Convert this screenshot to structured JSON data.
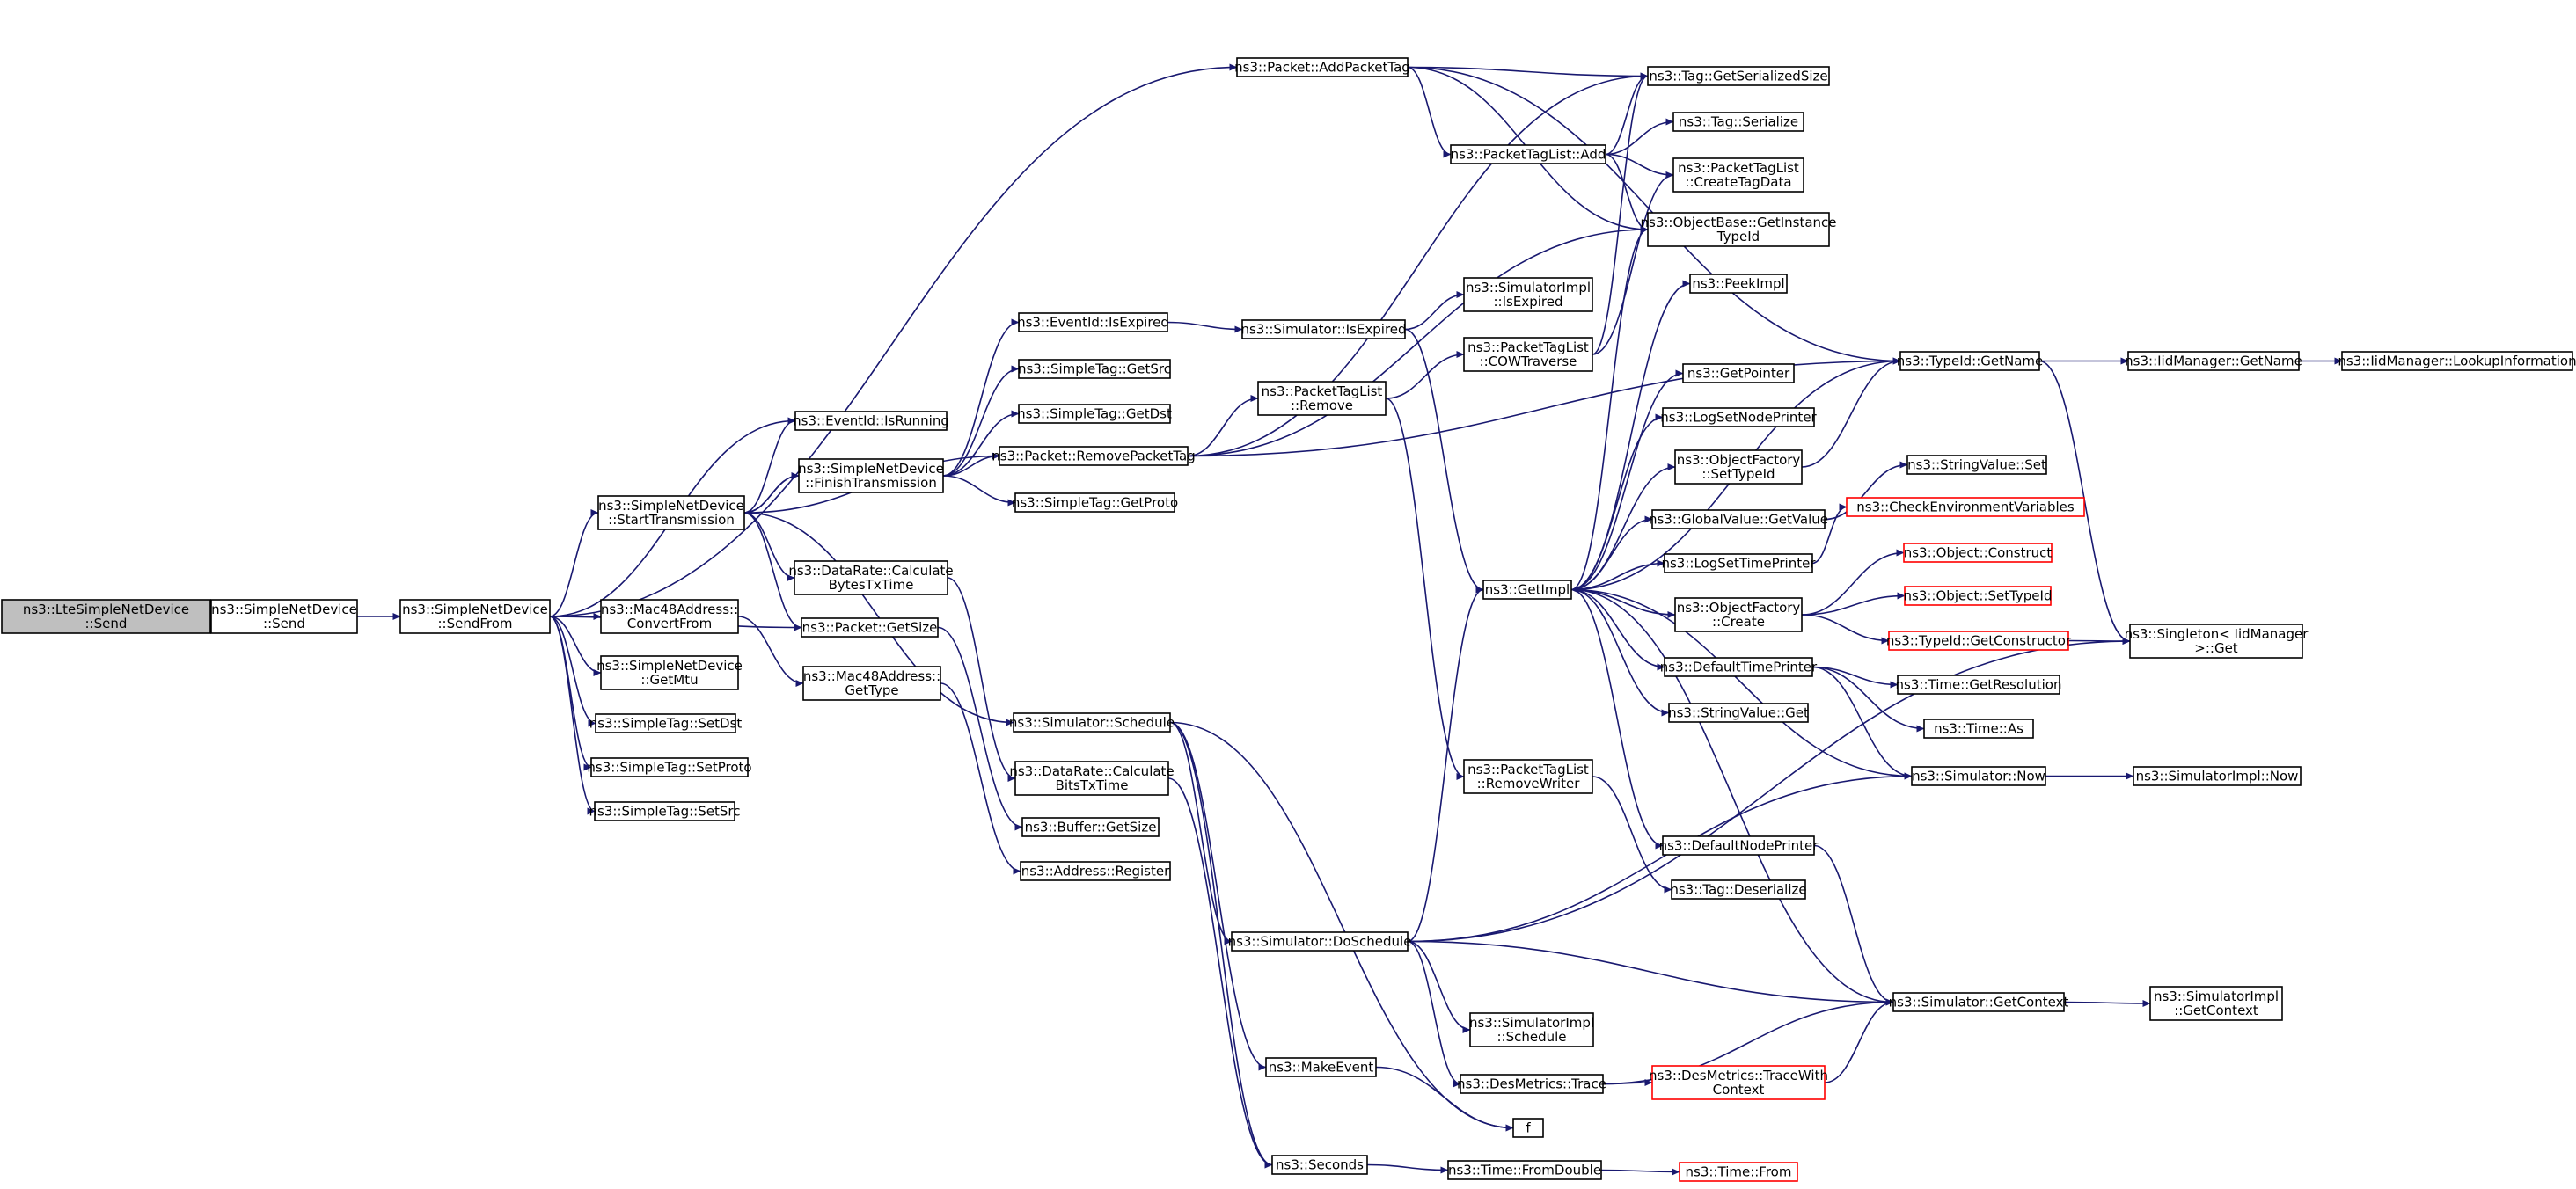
{
  "colors": {
    "edge": "#191970",
    "node_border": "#000000",
    "missing_border": "#ff0000",
    "root_fill": "#bfbfbf",
    "node_fill": "#ffffff"
  },
  "nodes": [
    {
      "id": "n_ltesend",
      "lines": [
        "ns3::LteSimpleNetDevice",
        "::Send"
      ],
      "root": true
    },
    {
      "id": "n_snd_send",
      "lines": [
        "ns3::SimpleNetDevice",
        "::Send"
      ]
    },
    {
      "id": "n_sendfrom",
      "lines": [
        "ns3::SimpleNetDevice",
        "::SendFrom"
      ]
    },
    {
      "id": "n_starttx",
      "lines": [
        "ns3::SimpleNetDevice",
        "::StartTransmission"
      ]
    },
    {
      "id": "n_convert",
      "lines": [
        "ns3::Mac48Address::",
        "ConvertFrom"
      ]
    },
    {
      "id": "n_getmtu",
      "lines": [
        "ns3::SimpleNetDevice",
        "::GetMtu"
      ]
    },
    {
      "id": "n_setdst",
      "lines": [
        "ns3::SimpleTag::SetDst"
      ]
    },
    {
      "id": "n_setproto",
      "lines": [
        "ns3::SimpleTag::SetProto"
      ]
    },
    {
      "id": "n_setsrc",
      "lines": [
        "ns3::SimpleTag::SetSrc"
      ]
    },
    {
      "id": "n_isrunning",
      "lines": [
        "ns3::EventId::IsRunning"
      ]
    },
    {
      "id": "n_finishtx",
      "lines": [
        "ns3::SimpleNetDevice",
        "::FinishTransmission"
      ]
    },
    {
      "id": "n_calcbytes",
      "lines": [
        "ns3::DataRate::Calculate",
        "BytesTxTime"
      ]
    },
    {
      "id": "n_getsize",
      "lines": [
        "ns3::Packet::GetSize"
      ]
    },
    {
      "id": "n_gettype",
      "lines": [
        "ns3::Mac48Address::",
        "GetType"
      ]
    },
    {
      "id": "n_isexpired",
      "lines": [
        "ns3::EventId::IsExpired"
      ]
    },
    {
      "id": "n_getsrc",
      "lines": [
        "ns3::SimpleTag::GetSrc"
      ]
    },
    {
      "id": "n_getdst",
      "lines": [
        "ns3::SimpleTag::GetDst"
      ]
    },
    {
      "id": "n_removetag",
      "lines": [
        "ns3::Packet::RemovePacketTag"
      ]
    },
    {
      "id": "n_getproto",
      "lines": [
        "ns3::SimpleTag::GetProto"
      ]
    },
    {
      "id": "n_schedule",
      "lines": [
        "ns3::Simulator::Schedule"
      ]
    },
    {
      "id": "n_calcbits",
      "lines": [
        "ns3::DataRate::Calculate",
        "BitsTxTime"
      ]
    },
    {
      "id": "n_buf_getsize",
      "lines": [
        "ns3::Buffer::GetSize"
      ]
    },
    {
      "id": "n_register",
      "lines": [
        "ns3::Address::Register"
      ]
    },
    {
      "id": "n_addtag",
      "lines": [
        "ns3::Packet::AddPacketTag"
      ]
    },
    {
      "id": "n_sim_isexp",
      "lines": [
        "ns3::Simulator::IsExpired"
      ]
    },
    {
      "id": "n_ptl_remove",
      "lines": [
        "ns3::PacketTagList",
        "::Remove"
      ]
    },
    {
      "id": "n_doschedule",
      "lines": [
        "ns3::Simulator::DoSchedule"
      ]
    },
    {
      "id": "n_makeevent",
      "lines": [
        "ns3::MakeEvent"
      ]
    },
    {
      "id": "n_seconds",
      "lines": [
        "ns3::Seconds"
      ]
    },
    {
      "id": "n_ptl_add",
      "lines": [
        "ns3::PacketTagList::Add"
      ]
    },
    {
      "id": "n_simimpl_isexp",
      "lines": [
        "ns3::SimulatorImpl",
        "::IsExpired"
      ]
    },
    {
      "id": "n_cowtraverse",
      "lines": [
        "ns3::PacketTagList",
        "::COWTraverse"
      ]
    },
    {
      "id": "n_getimpl",
      "lines": [
        "ns3::GetImpl"
      ]
    },
    {
      "id": "n_removewriter",
      "lines": [
        "ns3::PacketTagList",
        "::RemoveWriter"
      ]
    },
    {
      "id": "n_simimpl_sched",
      "lines": [
        "ns3::SimulatorImpl",
        "::Schedule"
      ]
    },
    {
      "id": "n_dmtrace",
      "lines": [
        "ns3::DesMetrics::Trace"
      ]
    },
    {
      "id": "n_f",
      "lines": [
        "f"
      ]
    },
    {
      "id": "n_fromdouble",
      "lines": [
        "ns3::Time::FromDouble"
      ]
    },
    {
      "id": "n_tag_getser",
      "lines": [
        "ns3::Tag::GetSerializedSize"
      ]
    },
    {
      "id": "n_tag_serialize",
      "lines": [
        "ns3::Tag::Serialize"
      ]
    },
    {
      "id": "n_createtagdata",
      "lines": [
        "ns3::PacketTagList",
        "::CreateTagData"
      ]
    },
    {
      "id": "n_getinstance",
      "lines": [
        "ns3::ObjectBase::GetInstance",
        "TypeId"
      ]
    },
    {
      "id": "n_peekimpl",
      "lines": [
        "ns3::PeekImpl"
      ]
    },
    {
      "id": "n_getpointer",
      "lines": [
        "ns3::GetPointer"
      ]
    },
    {
      "id": "n_logsetnode",
      "lines": [
        "ns3::LogSetNodePrinter"
      ]
    },
    {
      "id": "n_of_settypeid",
      "lines": [
        "ns3::ObjectFactory",
        "::SetTypeId"
      ]
    },
    {
      "id": "n_gv_getvalue",
      "lines": [
        "ns3::GlobalValue::GetValue"
      ]
    },
    {
      "id": "n_logsettime",
      "lines": [
        "ns3::LogSetTimePrinter"
      ]
    },
    {
      "id": "n_of_create",
      "lines": [
        "ns3::ObjectFactory",
        "::Create"
      ]
    },
    {
      "id": "n_deftimeprinter",
      "lines": [
        "ns3::DefaultTimePrinter"
      ]
    },
    {
      "id": "n_sv_get",
      "lines": [
        "ns3::StringValue::Get"
      ]
    },
    {
      "id": "n_defnodeprinter",
      "lines": [
        "ns3::DefaultNodePrinter"
      ]
    },
    {
      "id": "n_tag_deser",
      "lines": [
        "ns3::Tag::Deserialize"
      ]
    },
    {
      "id": "n_dmtracewith",
      "lines": [
        "ns3::DesMetrics::TraceWith",
        "Context"
      ],
      "missing": true
    },
    {
      "id": "n_time_from",
      "lines": [
        "ns3::Time::From"
      ],
      "missing": true
    },
    {
      "id": "n_typeid_getname",
      "lines": [
        "ns3::TypeId::GetName"
      ]
    },
    {
      "id": "n_sv_set",
      "lines": [
        "ns3::StringValue::Set"
      ]
    },
    {
      "id": "n_checkenv",
      "lines": [
        "ns3::CheckEnvironmentVariables"
      ],
      "missing": true
    },
    {
      "id": "n_obj_construct",
      "lines": [
        "ns3::Object::Construct"
      ],
      "missing": true
    },
    {
      "id": "n_obj_settypeid",
      "lines": [
        "ns3::Object::SetTypeId"
      ],
      "missing": true
    },
    {
      "id": "n_typeid_getctor",
      "lines": [
        "ns3::TypeId::GetConstructor"
      ],
      "missing": true
    },
    {
      "id": "n_time_getres",
      "lines": [
        "ns3::Time::GetResolution"
      ]
    },
    {
      "id": "n_time_as",
      "lines": [
        "ns3::Time::As"
      ]
    },
    {
      "id": "n_sim_now",
      "lines": [
        "ns3::Simulator::Now"
      ]
    },
    {
      "id": "n_sim_getctx",
      "lines": [
        "ns3::Simulator::GetContext"
      ]
    },
    {
      "id": "n_iid_getname",
      "lines": [
        "ns3::IidManager::GetName"
      ]
    },
    {
      "id": "n_singleton_get",
      "lines": [
        "ns3::Singleton< IidManager",
        ">::Get"
      ]
    },
    {
      "id": "n_simimpl_now",
      "lines": [
        "ns3::SimulatorImpl::Now"
      ]
    },
    {
      "id": "n_simimpl_getctx",
      "lines": [
        "ns3::SimulatorImpl",
        "::GetContext"
      ]
    },
    {
      "id": "n_iid_lookup",
      "lines": [
        "ns3::IidManager::LookupInformation"
      ]
    }
  ],
  "edges": [
    [
      "n_ltesend",
      "n_snd_send"
    ],
    [
      "n_snd_send",
      "n_sendfrom"
    ],
    [
      "n_sendfrom",
      "n_addtag"
    ],
    [
      "n_sendfrom",
      "n_isrunning"
    ],
    [
      "n_sendfrom",
      "n_starttx"
    ],
    [
      "n_sendfrom",
      "n_getsize"
    ],
    [
      "n_sendfrom",
      "n_convert"
    ],
    [
      "n_sendfrom",
      "n_getmtu"
    ],
    [
      "n_sendfrom",
      "n_setdst"
    ],
    [
      "n_sendfrom",
      "n_setproto"
    ],
    [
      "n_sendfrom",
      "n_setsrc"
    ],
    [
      "n_starttx",
      "n_isrunning"
    ],
    [
      "n_starttx",
      "n_finishtx"
    ],
    [
      "n_starttx",
      "n_calcbytes"
    ],
    [
      "n_starttx",
      "n_getsize"
    ],
    [
      "n_starttx",
      "n_removetag"
    ],
    [
      "n_starttx",
      "n_schedule"
    ],
    [
      "n_finishtx",
      "n_starttx"
    ],
    [
      "n_finishtx",
      "n_isexpired"
    ],
    [
      "n_finishtx",
      "n_getsrc"
    ],
    [
      "n_finishtx",
      "n_getdst"
    ],
    [
      "n_finishtx",
      "n_removetag"
    ],
    [
      "n_finishtx",
      "n_getproto"
    ],
    [
      "n_convert",
      "n_gettype"
    ],
    [
      "n_gettype",
      "n_register"
    ],
    [
      "n_calcbytes",
      "n_calcbits"
    ],
    [
      "n_getsize",
      "n_buf_getsize"
    ],
    [
      "n_isexpired",
      "n_sim_isexp"
    ],
    [
      "n_sim_isexp",
      "n_simimpl_isexp"
    ],
    [
      "n_sim_isexp",
      "n_getimpl"
    ],
    [
      "n_removetag",
      "n_ptl_remove"
    ],
    [
      "n_removetag",
      "n_getinstance"
    ],
    [
      "n_removetag",
      "n_typeid_getname"
    ],
    [
      "n_removetag",
      "n_tag_getser"
    ],
    [
      "n_ptl_remove",
      "n_cowtraverse"
    ],
    [
      "n_ptl_remove",
      "n_removewriter"
    ],
    [
      "n_cowtraverse",
      "n_createtagdata"
    ],
    [
      "n_cowtraverse",
      "n_tag_getser"
    ],
    [
      "n_addtag",
      "n_tag_getser"
    ],
    [
      "n_addtag",
      "n_ptl_add"
    ],
    [
      "n_addtag",
      "n_getinstance"
    ],
    [
      "n_addtag",
      "n_typeid_getname"
    ],
    [
      "n_ptl_add",
      "n_tag_getser"
    ],
    [
      "n_ptl_add",
      "n_tag_serialize"
    ],
    [
      "n_ptl_add",
      "n_createtagdata"
    ],
    [
      "n_ptl_add",
      "n_getinstance"
    ],
    [
      "n_schedule",
      "n_doschedule"
    ],
    [
      "n_schedule",
      "n_makeevent"
    ],
    [
      "n_schedule",
      "n_seconds"
    ],
    [
      "n_schedule",
      "n_f"
    ],
    [
      "n_calcbits",
      "n_seconds"
    ],
    [
      "n_doschedule",
      "n_getimpl"
    ],
    [
      "n_doschedule",
      "n_simimpl_sched"
    ],
    [
      "n_doschedule",
      "n_dmtrace"
    ],
    [
      "n_doschedule",
      "n_sim_now"
    ],
    [
      "n_doschedule",
      "n_singleton_get"
    ],
    [
      "n_doschedule",
      "n_sim_getctx"
    ],
    [
      "n_makeevent",
      "n_f"
    ],
    [
      "n_seconds",
      "n_fromdouble"
    ],
    [
      "n_fromdouble",
      "n_time_from"
    ],
    [
      "n_dmtrace",
      "n_sim_getctx"
    ],
    [
      "n_dmtrace",
      "n_dmtracewith"
    ],
    [
      "n_dmtracewith",
      "n_sim_getctx"
    ],
    [
      "n_removewriter",
      "n_tag_deser"
    ],
    [
      "n_getimpl",
      "n_peekimpl"
    ],
    [
      "n_getimpl",
      "n_getinstance"
    ],
    [
      "n_getimpl",
      "n_getpointer"
    ],
    [
      "n_getimpl",
      "n_logsetnode"
    ],
    [
      "n_getimpl",
      "n_of_settypeid"
    ],
    [
      "n_getimpl",
      "n_gv_getvalue"
    ],
    [
      "n_getimpl",
      "n_logsettime"
    ],
    [
      "n_getimpl",
      "n_of_create"
    ],
    [
      "n_getimpl",
      "n_deftimeprinter"
    ],
    [
      "n_getimpl",
      "n_sv_get"
    ],
    [
      "n_getimpl",
      "n_defnodeprinter"
    ],
    [
      "n_getimpl",
      "n_typeid_getname"
    ],
    [
      "n_sim_now",
      "n_getimpl"
    ],
    [
      "n_sim_getctx",
      "n_getimpl"
    ],
    [
      "n_of_settypeid",
      "n_typeid_getname"
    ],
    [
      "n_gv_getvalue",
      "n_sv_set"
    ],
    [
      "n_logsettime",
      "n_checkenv"
    ],
    [
      "n_of_create",
      "n_obj_construct"
    ],
    [
      "n_of_create",
      "n_obj_settypeid"
    ],
    [
      "n_of_create",
      "n_typeid_getctor"
    ],
    [
      "n_typeid_getctor",
      "n_singleton_get"
    ],
    [
      "n_deftimeprinter",
      "n_time_getres"
    ],
    [
      "n_deftimeprinter",
      "n_time_as"
    ],
    [
      "n_deftimeprinter",
      "n_sim_now"
    ],
    [
      "n_defnodeprinter",
      "n_sim_getctx"
    ],
    [
      "n_sim_now",
      "n_simimpl_now"
    ],
    [
      "n_sim_getctx",
      "n_simimpl_getctx"
    ],
    [
      "n_typeid_getname",
      "n_iid_getname"
    ],
    [
      "n_typeid_getname",
      "n_singleton_get"
    ],
    [
      "n_iid_getname",
      "n_iid_lookup"
    ]
  ]
}
